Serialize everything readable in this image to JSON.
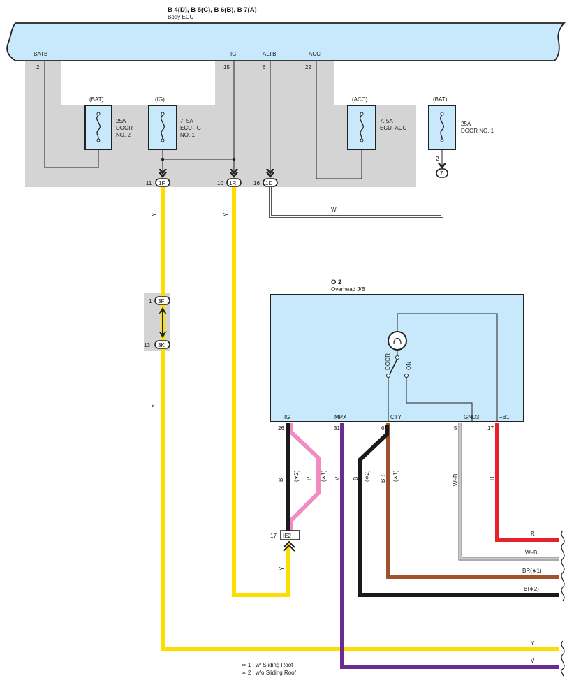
{
  "ecu": {
    "title": "B 4(D), B 5(C), B 6(B), B 7(A)",
    "subtitle": "Body ECU",
    "terminals": [
      {
        "name": "BATB",
        "pin": "2"
      },
      {
        "name": "IG",
        "pin": "15"
      },
      {
        "name": "ALTB",
        "pin": "6"
      },
      {
        "name": "ACC",
        "pin": "22"
      }
    ]
  },
  "fuses": [
    {
      "header": "(BAT)",
      "line1": "25A",
      "line2": "DOOR",
      "line3": "NO. 2"
    },
    {
      "header": "(IG)",
      "line1": "7. 5A",
      "line2": "ECU–IG",
      "line3": "NO. 1"
    },
    {
      "header": "(ACC)",
      "line1": "7. 5A",
      "line2": "ECU–ACC",
      "line3": ""
    },
    {
      "header": "(BAT)",
      "line1": "25A",
      "line2": "DOOR NO. 1",
      "line3": ""
    }
  ],
  "connectors": {
    "c1F": {
      "pin": "11",
      "code": "1F"
    },
    "c1R": {
      "pin": "10",
      "code": "1R"
    },
    "c1D": {
      "pin": "16",
      "code": "1D"
    },
    "c7": {
      "pin": "2",
      "code": "7"
    },
    "c3F": {
      "pin": "1",
      "code": "3F"
    },
    "c3K": {
      "pin": "13",
      "code": "3K"
    },
    "cIE2": {
      "pin": "17",
      "code": "IE2"
    }
  },
  "wires": {
    "y1": "Y",
    "y2": "Y",
    "y3": "Y",
    "y_ie2": "Y",
    "w": "W",
    "b_ig": "B",
    "b_ig_note": "(∗2)",
    "p_ig": "P",
    "p_ig_note": "(∗1)",
    "v": "V",
    "b_cty": "B",
    "b_cty_note": "(∗2)",
    "br": "BR",
    "br_note": "(∗1)",
    "wb": "W–B",
    "r": "R"
  },
  "junction": {
    "title": "O 2",
    "subtitle": "Overhead J/B",
    "switch_door": "DOOR",
    "switch_on": "ON",
    "terminals": [
      {
        "name": "IG",
        "pin": "26"
      },
      {
        "name": "MPX",
        "pin": "31"
      },
      {
        "name": "CTY",
        "pin": "6"
      },
      {
        "name": "GND3",
        "pin": "5"
      },
      {
        "name": "+B1",
        "pin": "17"
      }
    ]
  },
  "outputs": [
    "R",
    "W–B",
    "BR(∗1)",
    "B(∗2)",
    "Y",
    "V"
  ],
  "notes": [
    "∗ 1 : w/ Sliding Roof",
    "∗ 2 : w/o Sliding Roof"
  ],
  "colors": {
    "ecu_fill": "#c8e9fb",
    "gray_fill": "#d4d4d4",
    "yellow": "#ffdd00",
    "pink": "#f28cc0",
    "purple": "#6a2c91",
    "brown": "#a0522d",
    "red": "#e8202a",
    "black": "#1a1a1a"
  }
}
